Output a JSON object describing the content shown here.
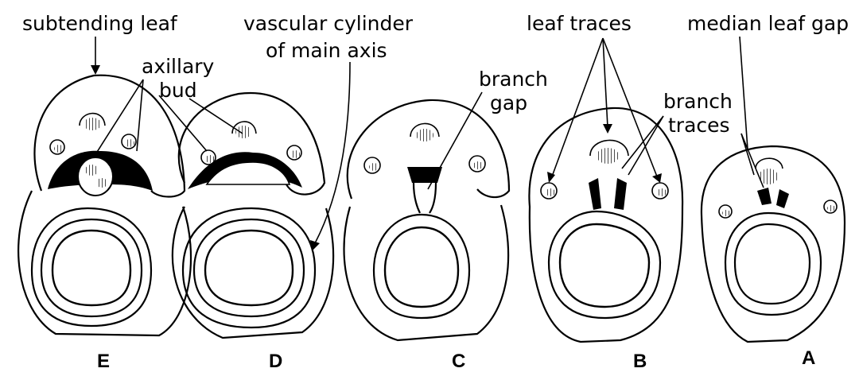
{
  "labels": {
    "subtending_leaf": "subtending leaf",
    "axillary_bud_1": "axillary",
    "axillary_bud_2": "bud",
    "vascular_cylinder_1": "vascular cylinder",
    "vascular_cylinder_2": "of main axis",
    "branch_gap_1": "branch",
    "branch_gap_2": "gap",
    "leaf_traces": "leaf traces",
    "median_leaf_gap": "median leaf gap",
    "branch_traces_1": "branch",
    "branch_traces_2": "traces"
  },
  "panels": [
    "E",
    "D",
    "C",
    "B",
    "A"
  ]
}
